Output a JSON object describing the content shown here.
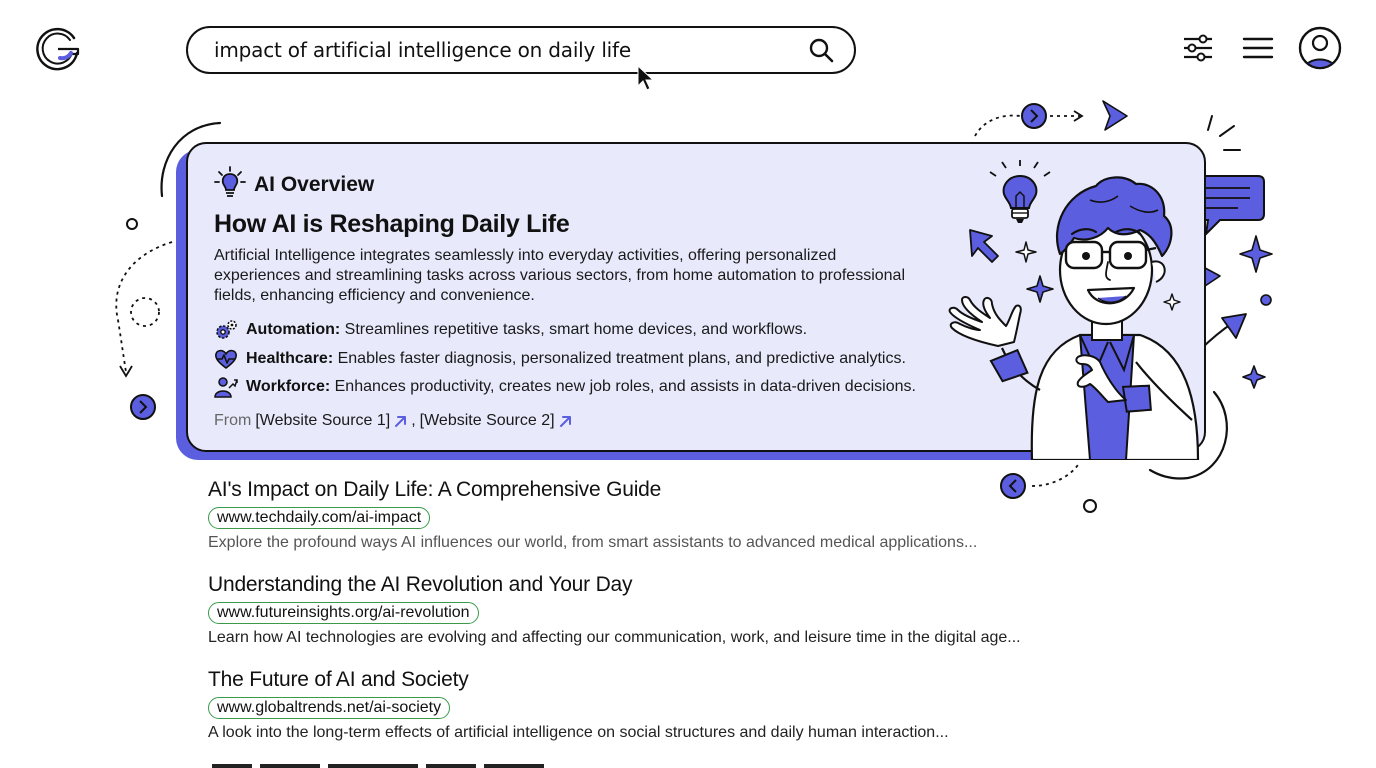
{
  "brand": {
    "logo_icon": "g-logo-icon",
    "accent": "#5c5ee0",
    "card_bg": "#e8eafc",
    "url_outline": "#3a9a4a"
  },
  "search": {
    "value": "impact of artificial intelligence on daily life",
    "icon": "search-icon"
  },
  "header": {
    "icons": [
      "sliders-icon",
      "menu-icon",
      "user-avatar-icon"
    ]
  },
  "overview": {
    "label": "AI Overview",
    "title": "How AI is Reshaping Daily Life",
    "description": "Artificial Intelligence integrates seamlessly into everyday activities, offering personalized experiences and streamlining tasks across various sectors, from home automation to professional fields, enhancing efficiency and convenience.",
    "points": [
      {
        "icon": "gears-icon",
        "title": "Automation:",
        "text": " Streamlines repetitive tasks, smart home devices, and workflows."
      },
      {
        "icon": "heart-pulse-icon",
        "title": "Healthcare:",
        "text": " Enables faster diagnosis, personalized treatment plans, and predictive analytics."
      },
      {
        "icon": "workforce-icon",
        "title": "Workforce:",
        "text": " Enhances productivity, creates new job roles, and assists in data-driven decisions."
      }
    ],
    "sources": {
      "from": "From",
      "items": [
        "[Website Source 1]",
        "[Website Source 2]"
      ],
      "separator": ","
    }
  },
  "results": [
    {
      "title": "AI's Impact on Daily Life: A Comprehensive Guide",
      "url": "www.techdaily.com/ai-impact",
      "description": "Explore the profound ways AI influences our world, from smart assistants to advanced medical applications..."
    },
    {
      "title": "Understanding the AI Revolution and Your Day",
      "url": "www.futureinsights.org/ai-revolution",
      "description": "Learn how AI technologies are evolving and affecting our communication, work, and leisure time in the digital age..."
    },
    {
      "title": "The Future of AI and Society",
      "url": "www.globaltrends.net/ai-society",
      "description": "A look into the long-term effects of artificial intelligence on social structures and daily human interaction..."
    }
  ]
}
